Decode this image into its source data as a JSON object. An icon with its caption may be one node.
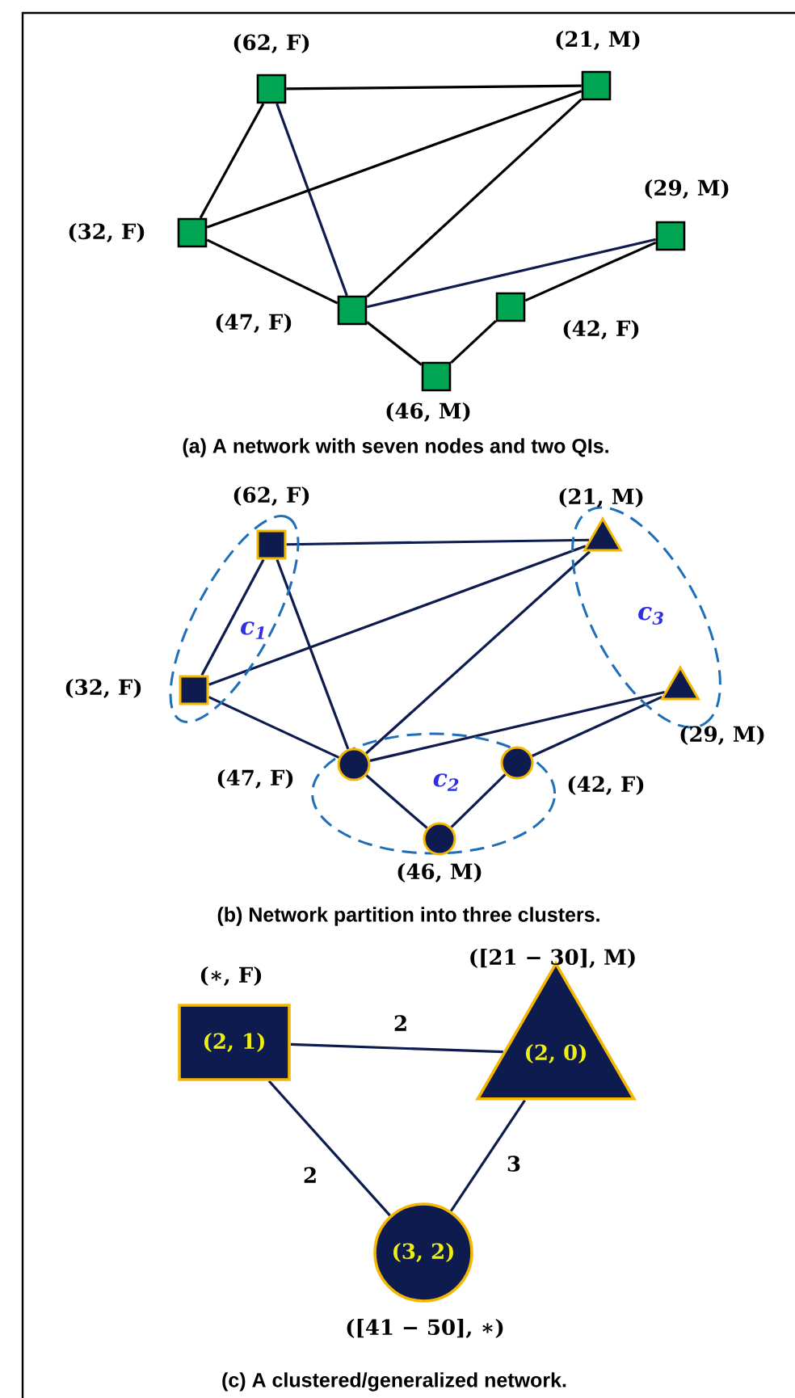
{
  "diagram": {
    "nodes": [
      {
        "text": [],
        "shape": "box",
        "beside": [
          "(62, F)"
        ]
      },
      {
        "text": [],
        "shape": "box",
        "beside": [
          "(21, M)"
        ]
      },
      {
        "text": [],
        "shape": "box",
        "beside": [
          "(32, F)"
        ]
      },
      {
        "text": [],
        "shape": "box",
        "beside": [
          "(29, M)"
        ]
      },
      {
        "text": [],
        "shape": "box",
        "beside": [
          "(47, F)"
        ]
      },
      {
        "text": [],
        "shape": "box",
        "beside": [
          "(42, F)"
        ]
      },
      {
        "text": [],
        "shape": "box",
        "beside": [
          "(46, M)"
        ]
      },
      {
        "text": [
          "c$_{1}$"
        ]
      },
      {
        "text": [],
        "shape": "box",
        "beside": [
          "(62, F)"
        ],
        "in": 7
      },
      {
        "text": [],
        "shape": "box",
        "beside": [
          "(32, F)"
        ],
        "in": 7
      },
      {
        "text": [
          "c$_{3}$"
        ]
      },
      {
        "text": [],
        "shape": "triangle",
        "beside": [
          "(21, M)"
        ],
        "in": 10
      },
      {
        "text": [],
        "shape": "triangle",
        "beside": [
          "(29, M)"
        ],
        "in": 10
      },
      {
        "text": [
          "c$_{2}$"
        ]
      },
      {
        "text": [],
        "shape": "circle",
        "beside": [
          "(47, F)"
        ],
        "in": 13
      },
      {
        "text": [],
        "shape": "circle",
        "beside": [
          "(42, F)"
        ],
        "in": 13
      },
      {
        "text": [],
        "shape": "circle",
        "beside": [
          "(46, M)"
        ],
        "in": 13
      },
      {
        "text": [
          "(2, 1)"
        ],
        "beside": [
          "(∗, F)"
        ]
      },
      {
        "text": [
          "(2, 0)"
        ],
        "beside": [
          "([21 − 30], M)"
        ]
      },
      {
        "text": [
          "(3, 2)"
        ],
        "beside": [
          "([41 − 50], ∗)"
        ]
      }
    ],
    "edges": [
      {
        "from": 0,
        "to": 1,
        "arrow": "none",
        "color": "#000000"
      },
      {
        "from": 0,
        "to": 2,
        "arrow": "none",
        "color": "#000000"
      },
      {
        "from": 0,
        "to": 4,
        "arrow": "none"
      },
      {
        "from": 1,
        "to": 2,
        "arrow": "none",
        "color": "#000000"
      },
      {
        "from": 1,
        "to": 4,
        "arrow": "none",
        "color": "#000000"
      },
      {
        "from": 2,
        "to": 4,
        "arrow": "none",
        "color": "#000000"
      },
      {
        "from": 4,
        "to": 3,
        "arrow": "none"
      },
      {
        "from": 3,
        "to": 5,
        "arrow": "none",
        "color": "#000000"
      },
      {
        "from": 4,
        "to": 6,
        "arrow": "none",
        "color": "#000000"
      },
      {
        "from": 6,
        "to": 5,
        "arrow": "none",
        "color": "#000000"
      },
      {
        "from": 8,
        "to": 11,
        "arrow": "none"
      },
      {
        "from": 8,
        "to": 9,
        "arrow": "none"
      },
      {
        "from": 8,
        "to": 14,
        "arrow": "none"
      },
      {
        "from": 11,
        "to": 9,
        "arrow": "none"
      },
      {
        "from": 11,
        "to": 14,
        "arrow": "none"
      },
      {
        "from": 9,
        "to": 14,
        "arrow": "none"
      },
      {
        "from": 14,
        "to": 12,
        "arrow": "none"
      },
      {
        "from": 12,
        "to": 15,
        "arrow": "none"
      },
      {
        "from": 14,
        "to": 16,
        "arrow": "none"
      },
      {
        "from": 16,
        "to": 15,
        "arrow": "none"
      },
      {
        "from": 17,
        "to": 18,
        "arrow": "none",
        "label": "2"
      },
      {
        "from": 17,
        "to": 19,
        "arrow": "none",
        "label": "2"
      },
      {
        "from": 18,
        "to": 19,
        "arrow": "none",
        "label": "3"
      }
    ],
    "labels": [
      "(a) A network with seven nodes and two QIs.",
      "(b) Network partition into three clusters.",
      "(c) A clustered/generalized network."
    ]
  }
}
